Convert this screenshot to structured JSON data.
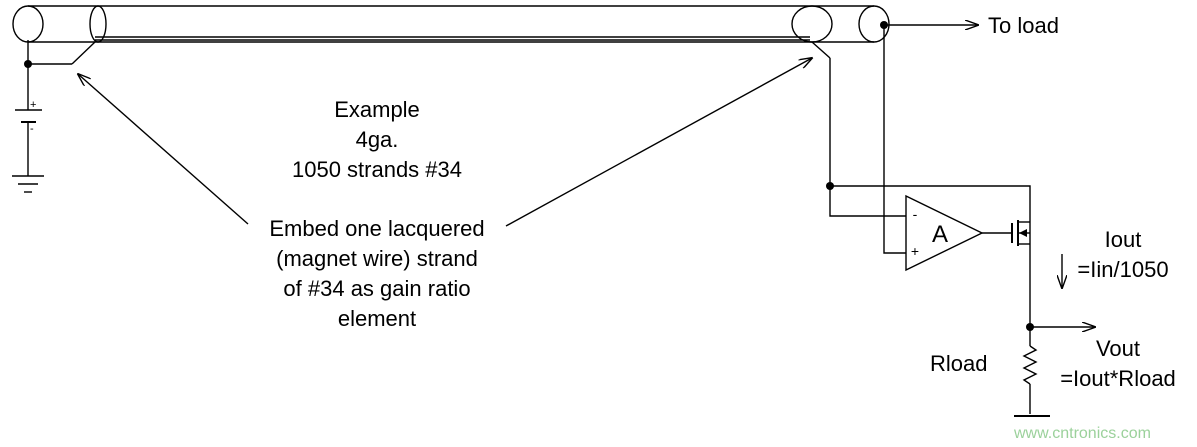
{
  "labels": {
    "to_load": "To load",
    "example_line1": "Example",
    "example_line2": "4ga.",
    "example_line3": "1050 strands #34",
    "embed_line1": "Embed one lacquered",
    "embed_line2": "(magnet wire) strand",
    "embed_line3": "of #34 as gain ratio",
    "embed_line4": "element",
    "amp": "A",
    "amp_minus": "-",
    "amp_plus": "+",
    "battery_plus": "+",
    "battery_minus": "-",
    "iout_line1": "Iout",
    "iout_line2": "=Iin/1050",
    "vout_line1": "Vout",
    "vout_line2": "=Iout*Rload",
    "rload": "Rload",
    "watermark": "www.cntronics.com"
  }
}
